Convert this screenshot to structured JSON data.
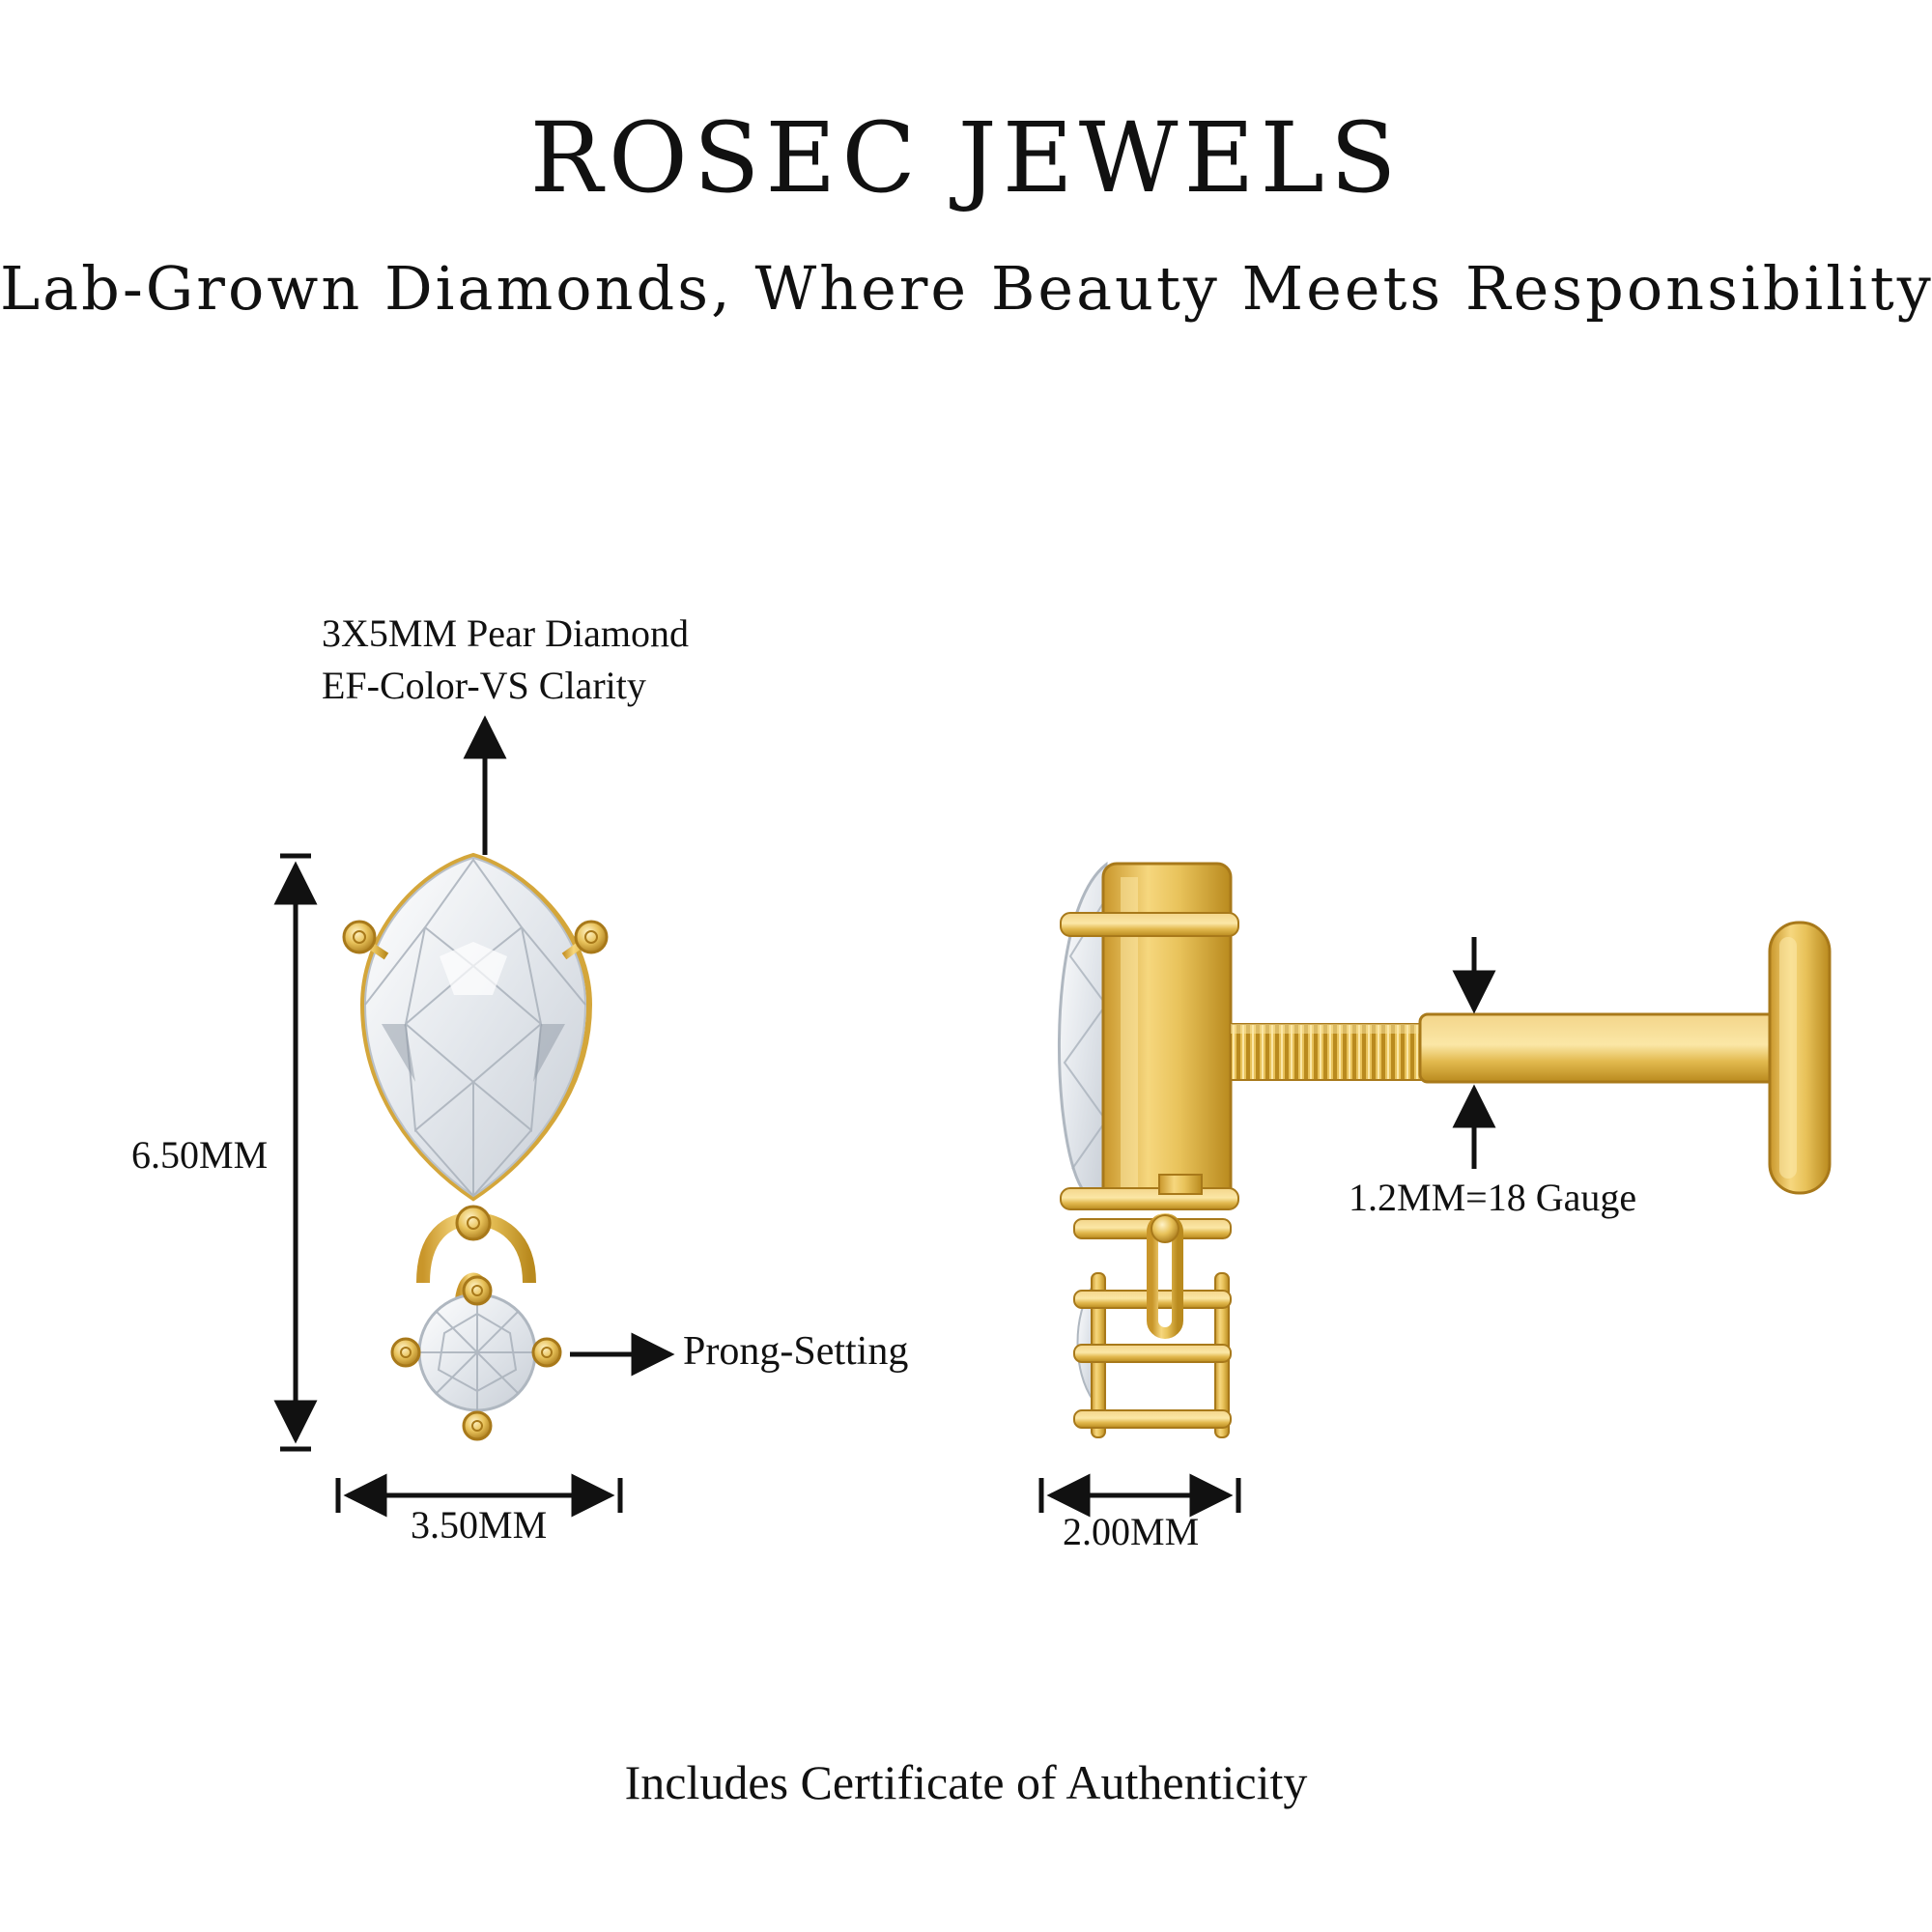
{
  "brand": "ROSEC JEWELS",
  "tagline": "Lab-Grown Diamonds, Where Beauty Meets Responsibility",
  "annotations": {
    "stone_size": "3X5MM Pear Diamond",
    "stone_quality": "EF-Color-VS Clarity",
    "height": "6.50MM",
    "setting": "Prong-Setting",
    "width": "3.50MM",
    "thickness": "2.00MM",
    "gauge": "1.2MM=18 Gauge"
  },
  "footer": "Includes Certificate of Authenticity",
  "colors": {
    "gold": "#E8C25A",
    "gold_dark": "#B98A1E",
    "gold_light": "#FBE7A6",
    "diamond": "#EEF1F4",
    "ink": "#111111"
  }
}
